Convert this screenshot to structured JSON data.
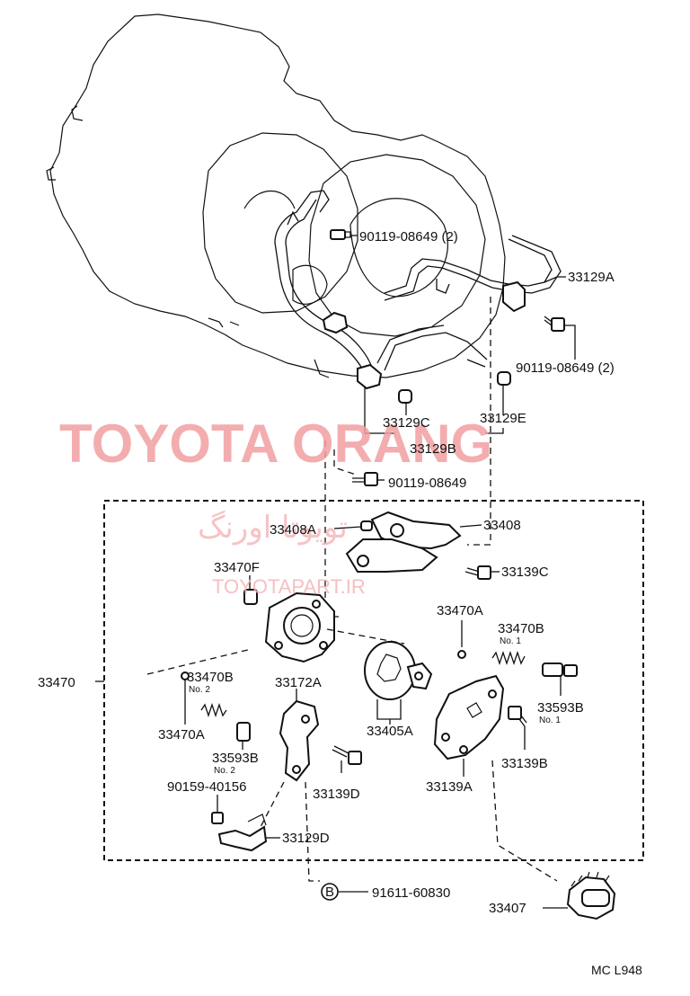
{
  "watermark": {
    "brand": "TOYOTA ORANG",
    "persian": "تویوتا اورنگ",
    "site": "TOYOTAPART.IR"
  },
  "parts": {
    "p90119_08649_2_top": "90119-08649 (2)",
    "p33129A": "33129A",
    "p90119_08649_2_right": "90119-08649 (2)",
    "p33129C": "33129C",
    "p33129E": "33129E",
    "p33129B": "33129B",
    "p90119_08649": "90119-08649",
    "p33408A": "33408A",
    "p33408": "33408",
    "p33139C": "33139C",
    "p33470F": "33470F",
    "p33470A_right": "33470A",
    "p33470B_right": "33470B",
    "p33470B_right_no": "No. 1",
    "p33470": "33470",
    "p33470B_left": "33470B",
    "p33470B_left_no": "No. 2",
    "p33172A": "33172A",
    "p33470A_left": "33470A",
    "p33405A": "33405A",
    "p33593B_right": "33593B",
    "p33593B_right_no": "No. 1",
    "p33593B_left": "33593B",
    "p33593B_left_no": "No. 2",
    "p33139B": "33139B",
    "p90159_40156": "90159-40156",
    "p33139D": "33139D",
    "p33139A": "33139A",
    "p33129D": "33129D",
    "p91611_60830": "91611-60830",
    "p91611_marker": "B",
    "p33407": "33407"
  },
  "diagram_code": "MC L948"
}
